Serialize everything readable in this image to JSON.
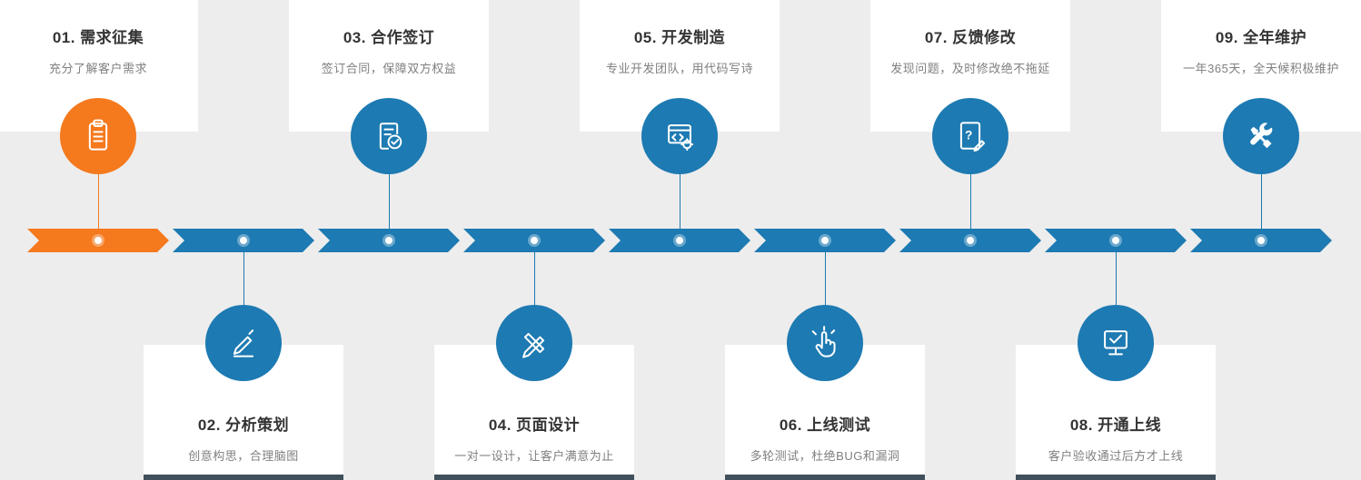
{
  "colors": {
    "background": "#ededed",
    "accent_orange": "#f5791d",
    "primary_blue": "#1d7ab2",
    "card": "#ffffff",
    "title": "#333333",
    "subtitle": "#7f7f7f",
    "bottom_strip": "#41505b",
    "dot": "#ffffff"
  },
  "steps": [
    {
      "title": "01. 需求征集",
      "subtitle": "充分了解客户需求",
      "side": "top",
      "color": "#f5791d",
      "icon": "clipboard-list-icon"
    },
    {
      "title": "02. 分析策划",
      "subtitle": "创意构思，合理脑图",
      "side": "bottom",
      "color": "#1d7ab2",
      "icon": "design-pencil-icon"
    },
    {
      "title": "03. 合作签订",
      "subtitle": "签订合同，保障双方权益",
      "side": "top",
      "color": "#1d7ab2",
      "icon": "contract-check-icon"
    },
    {
      "title": "04. 页面设计",
      "subtitle": "一对一设计，让客户满意为止",
      "side": "bottom",
      "color": "#1d7ab2",
      "icon": "crossed-pens-icon"
    },
    {
      "title": "05. 开发制造",
      "subtitle": "专业开发团队，用代码写诗",
      "side": "top",
      "color": "#1d7ab2",
      "icon": "code-window-icon"
    },
    {
      "title": "06. 上线测试",
      "subtitle": "多轮测试，杜绝BUG和漏洞",
      "side": "bottom",
      "color": "#1d7ab2",
      "icon": "click-hand-icon"
    },
    {
      "title": "07. 反馈修改",
      "subtitle": "发现问题，及时修改绝不拖延",
      "side": "top",
      "color": "#1d7ab2",
      "icon": "feedback-question-icon",
      "icon_glyph": "?"
    },
    {
      "title": "08. 开通上线",
      "subtitle": "客户验收通过后方才上线",
      "side": "bottom",
      "color": "#1d7ab2",
      "icon": "monitor-check-icon"
    },
    {
      "title": "09. 全年维护",
      "subtitle": "一年365天，全天候积极维护",
      "side": "top",
      "color": "#1d7ab2",
      "icon": "wrench-screwdriver-icon"
    }
  ]
}
